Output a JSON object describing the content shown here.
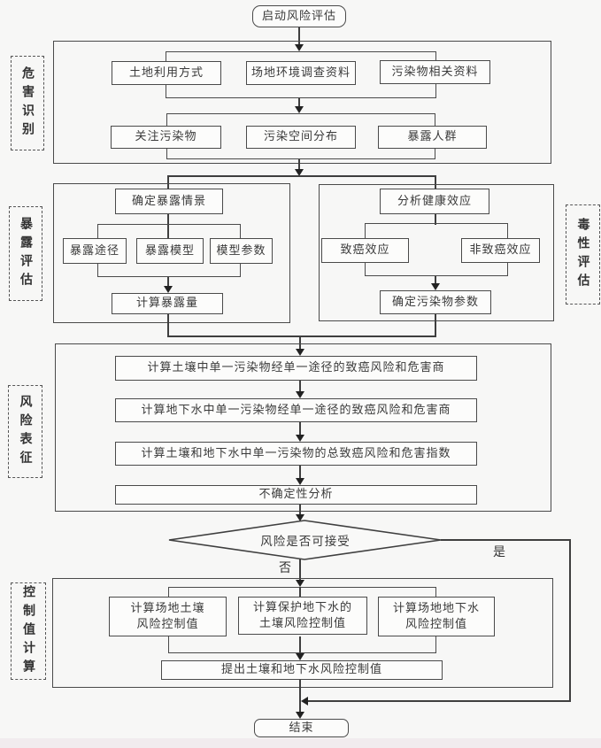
{
  "flowchart": {
    "start": "启动风险评估",
    "end": "结束",
    "sections": {
      "hazard": {
        "label": "危害识别",
        "row1": [
          "土地利用方式",
          "场地环境调查资料",
          "污染物相关资料"
        ],
        "row2": [
          "关注污染物",
          "污染空间分布",
          "暴露人群"
        ]
      },
      "exposure": {
        "label": "暴露评估",
        "scenario": "确定暴露情景",
        "items": [
          "暴露途径",
          "暴露模型",
          "模型参数"
        ],
        "result": "计算暴露量"
      },
      "toxicity": {
        "label": "毒性评估",
        "analyze": "分析健康效应",
        "items": [
          "致癌效应",
          "非致癌效应"
        ],
        "result": "确定污染物参数"
      },
      "characterization": {
        "label": "风险表征",
        "steps": [
          "计算土壤中单一污染物经单一途径的致癌风险和危害商",
          "计算地下水中单一污染物经单一途径的致癌风险和危害商",
          "计算土壤和地下水中单一污染物的总致癌风险和危害指数",
          "不确定性分析"
        ]
      },
      "control": {
        "label": "控制值计算",
        "boxes": [
          [
            "计算场地土壤",
            "风险控制值"
          ],
          [
            "计算保护地下水的",
            "土壤风险控制值"
          ],
          [
            "计算场地地下水",
            "风险控制值"
          ]
        ],
        "output": "提出土壤和地下水风险控制值"
      }
    },
    "decision": {
      "question": "风险是否可接受",
      "no_label": "否",
      "yes_label": "是"
    }
  },
  "colors": {
    "line": "#3f3f3f",
    "border": "#4a4a4a",
    "text": "#3a3a3a",
    "background": "#f7f7f6",
    "box_fill": "#fcfcfb",
    "bottom_strip": "#f1ebee"
  }
}
